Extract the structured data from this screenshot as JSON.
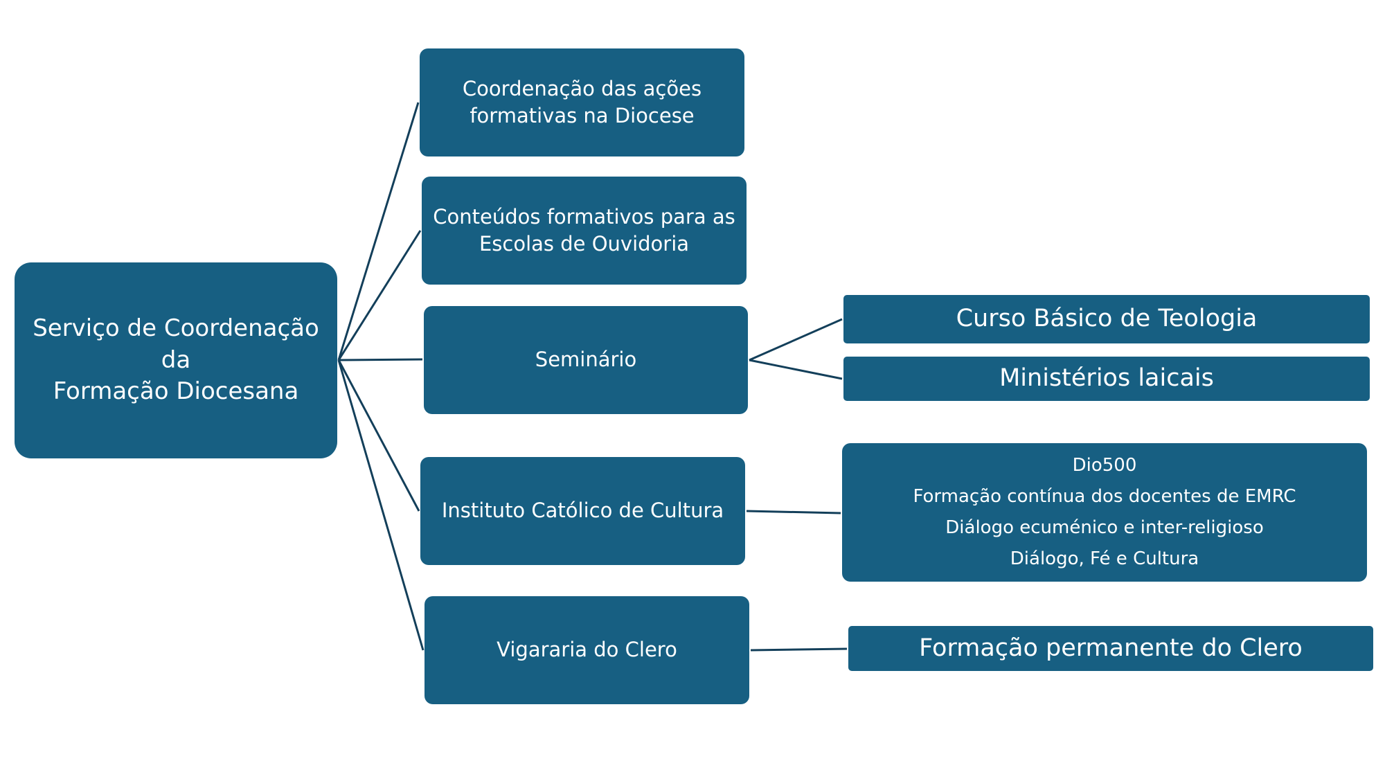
{
  "colors": {
    "node_fill": "#175f82",
    "node_text": "#ffffff",
    "connector": "#133f5a",
    "background": "#ffffff"
  },
  "diagram": {
    "root": {
      "lines": [
        "Serviço de Coordenação da",
        "Formação Diocesana"
      ]
    },
    "branches": [
      {
        "lines": [
          "Coordenação das ações",
          "formativas na Diocese"
        ],
        "children": []
      },
      {
        "lines": [
          "Conteúdos formativos para as",
          "Escolas de Ouvidoria"
        ],
        "children": []
      },
      {
        "lines": [
          "Seminário"
        ],
        "children": [
          {
            "lines": [
              "Curso Básico de Teologia"
            ]
          },
          {
            "lines": [
              "Ministérios laicais"
            ]
          }
        ]
      },
      {
        "lines": [
          "Instituto Católico de Cultura"
        ],
        "children": [
          {
            "lines": [
              "Dio500",
              "Formação contínua dos docentes de EMRC",
              "Diálogo ecuménico e inter-religioso",
              "Diálogo, Fé e Cultura"
            ]
          }
        ]
      },
      {
        "lines": [
          "Vigararia do Clero"
        ],
        "children": [
          {
            "lines": [
              "Formação permanente do Clero"
            ]
          }
        ]
      }
    ]
  }
}
